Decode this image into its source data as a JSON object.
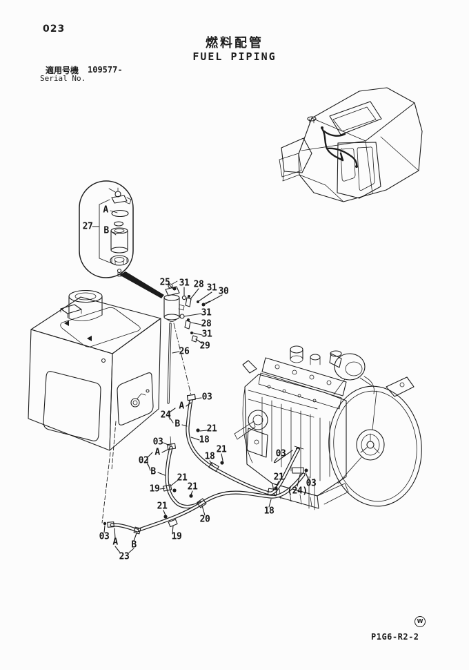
{
  "page": {
    "number": "023",
    "title_jp": "燃料配管",
    "title_en": "FUEL PIPING",
    "serial_label_jp": "適用号機",
    "serial_value": "109577-",
    "serial_label_en": "Serial No.",
    "drawing_code": "P1G6-R2-2",
    "stamp_letter": "W"
  },
  "callouts": [
    {
      "label": "27"
    },
    {
      "label": "A"
    },
    {
      "label": "B"
    },
    {
      "label": "25"
    },
    {
      "label": "31"
    },
    {
      "label": "28"
    },
    {
      "label": "31"
    },
    {
      "label": "30"
    },
    {
      "label": "31"
    },
    {
      "label": "28"
    },
    {
      "label": "31"
    },
    {
      "label": "29"
    },
    {
      "label": "26"
    },
    {
      "label": "03"
    },
    {
      "label": "A"
    },
    {
      "label": "24"
    },
    {
      "label": "B"
    },
    {
      "label": "21"
    },
    {
      "label": "18"
    },
    {
      "label": "03"
    },
    {
      "label": "A"
    },
    {
      "label": "02"
    },
    {
      "label": "B"
    },
    {
      "label": "21"
    },
    {
      "label": "18"
    },
    {
      "label": "03"
    },
    {
      "label": "21"
    },
    {
      "label": "19"
    },
    {
      "label": "21"
    },
    {
      "label": "21"
    },
    {
      "label": "(24)"
    },
    {
      "label": "03"
    },
    {
      "label": "21"
    },
    {
      "label": "18"
    },
    {
      "label": "20"
    },
    {
      "label": "19"
    },
    {
      "label": "03"
    },
    {
      "label": "A"
    },
    {
      "label": "B"
    },
    {
      "label": "23"
    }
  ]
}
